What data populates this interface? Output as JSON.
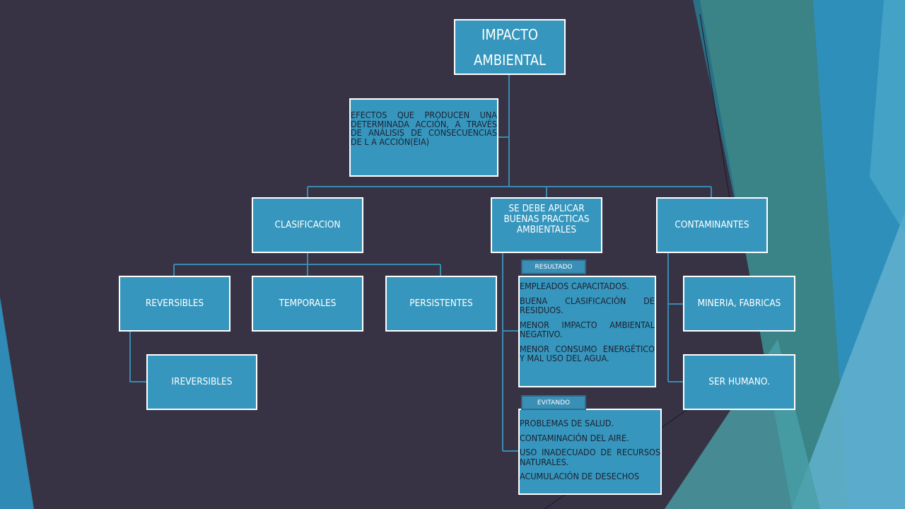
{
  "colors": {
    "background": "#373344",
    "box_fill": "#3696bd",
    "box_border": "#ffffff",
    "connector": "#3a8ab0",
    "list_text": "#1d2233",
    "tag_fill": "#3a8fb6"
  },
  "root": {
    "line1": "IMPACTO",
    "line2": "AMBIENTAL"
  },
  "definition": "EFECTOS QUE PRODUCEN UNA DETERMINADA ACCIÓN, A TRAVÉS DE ANÁLISIS DE CONSECUENCIAS DE L A ACCIÓN(EIA)",
  "branches": {
    "clasificacion": "CLASIFICACION",
    "practicas": "SE DEBE APLICAR BUENAS PRACTICAS AMBIENTALES",
    "contaminantes": "CONTAMINANTES"
  },
  "clasificacion_children": {
    "reversibles": "REVERSIBLES",
    "temporales": "TEMPORALES",
    "persistentes": "PERSISTENTES",
    "irreversibles": "IREVERSIBLES"
  },
  "contaminantes_children": {
    "mineria": "MINERIA, FABRICAS",
    "humano": "SER HUMANO."
  },
  "resultado": {
    "tag": "RESULTADO",
    "items": [
      "EMPLEADOS CAPACITADOS.",
      "BUENA CLASIFICACIÓN DE RESIDUOS.",
      "MENOR IMPACTO AMBIENTAL NEGATIVO.",
      "MENOR CONSUMO ENERGÉTICO Y MAL USO DEL AGUA."
    ]
  },
  "evitando": {
    "tag": "EVITANDO",
    "items": [
      "PROBLEMAS DE SALUD.",
      "CONTAMINACIÓN DEL AIRE.",
      "USO INADECUADO DE RECURSOS NATURALES.",
      "ACUMULACIÓN DE DESECHOS"
    ]
  }
}
